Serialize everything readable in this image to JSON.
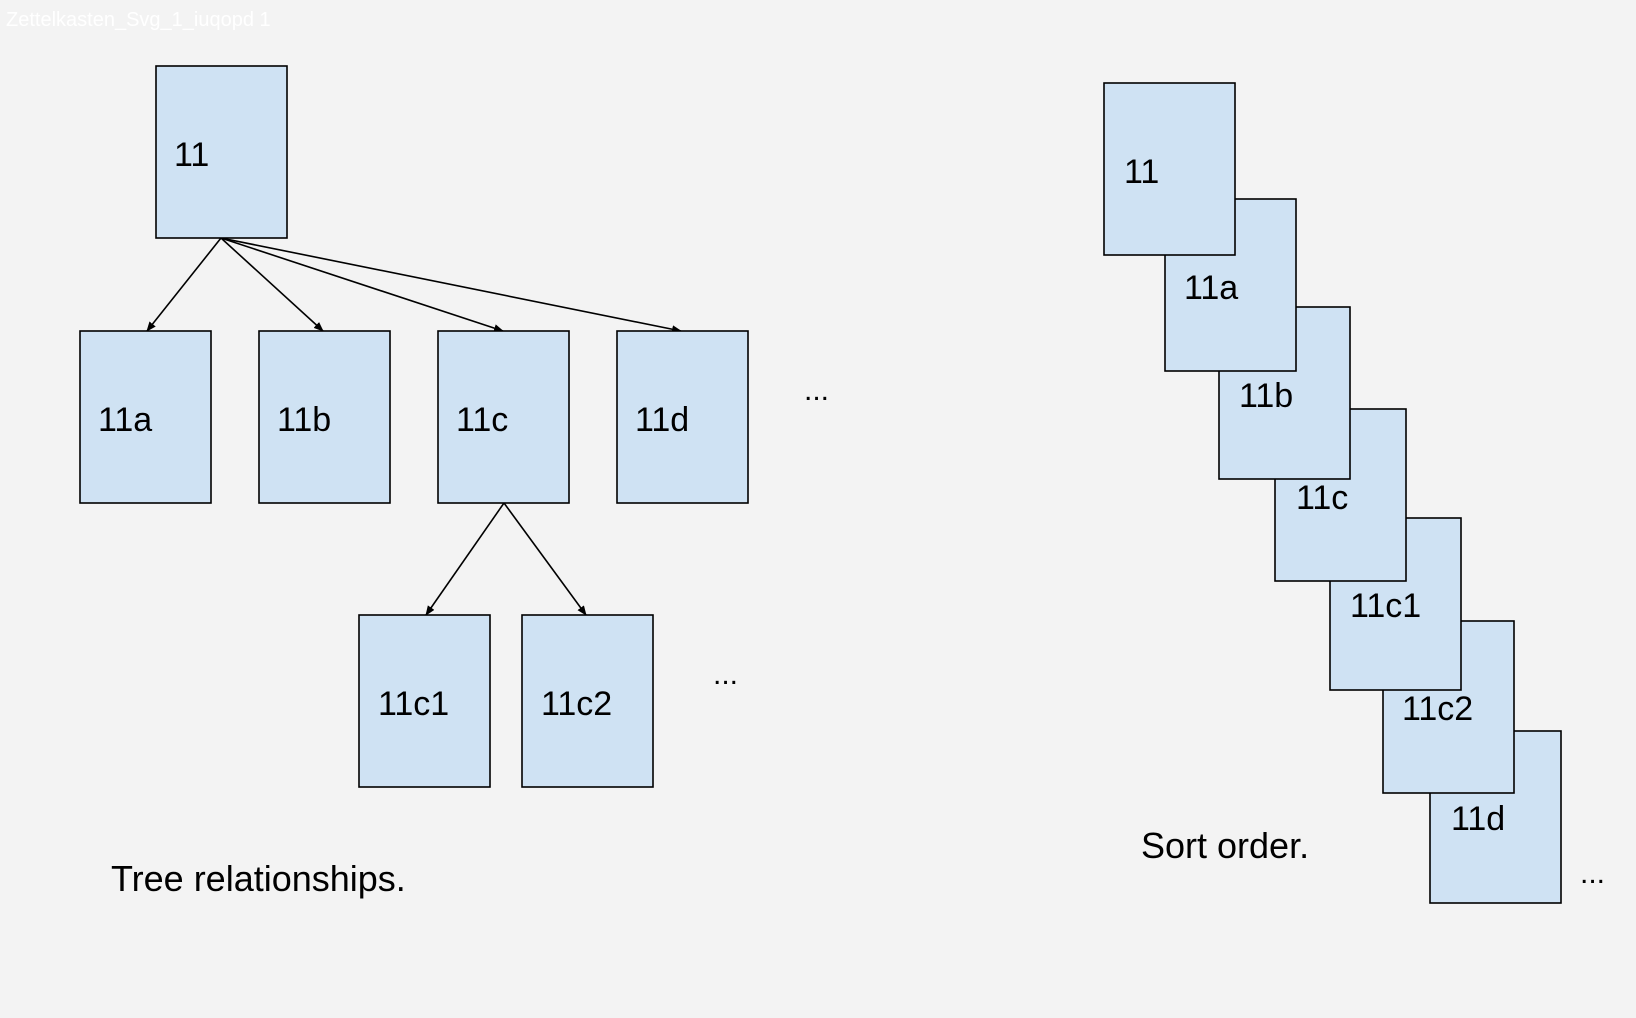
{
  "watermark": "Zettelkasten_Svg_1_iuqopd 1",
  "colors": {
    "background": "#f3f3f3",
    "card_fill": "#cfe2f3",
    "card_stroke": "#000000"
  },
  "tree": {
    "caption": "Tree relationships.",
    "root": "11",
    "children": [
      "11a",
      "11b",
      "11c",
      "11d"
    ],
    "children_more": "...",
    "grandchildren_parent": "11c",
    "grandchildren": [
      "11c1",
      "11c2"
    ],
    "grandchildren_more": "..."
  },
  "sort": {
    "caption": "Sort order.",
    "sequence": [
      "11",
      "11a",
      "11b",
      "11c",
      "11c1",
      "11c2",
      "11d"
    ],
    "more": "..."
  }
}
